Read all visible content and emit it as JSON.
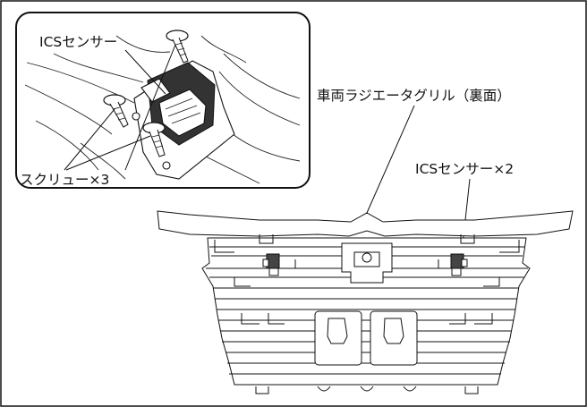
{
  "labels": {
    "inset_sensor": "ICSセンサー",
    "inset_screws": "スクリュー×3",
    "grille": "車両ラジエータグリル（裏面）",
    "sensors_count": "ICSセンサー×2"
  }
}
